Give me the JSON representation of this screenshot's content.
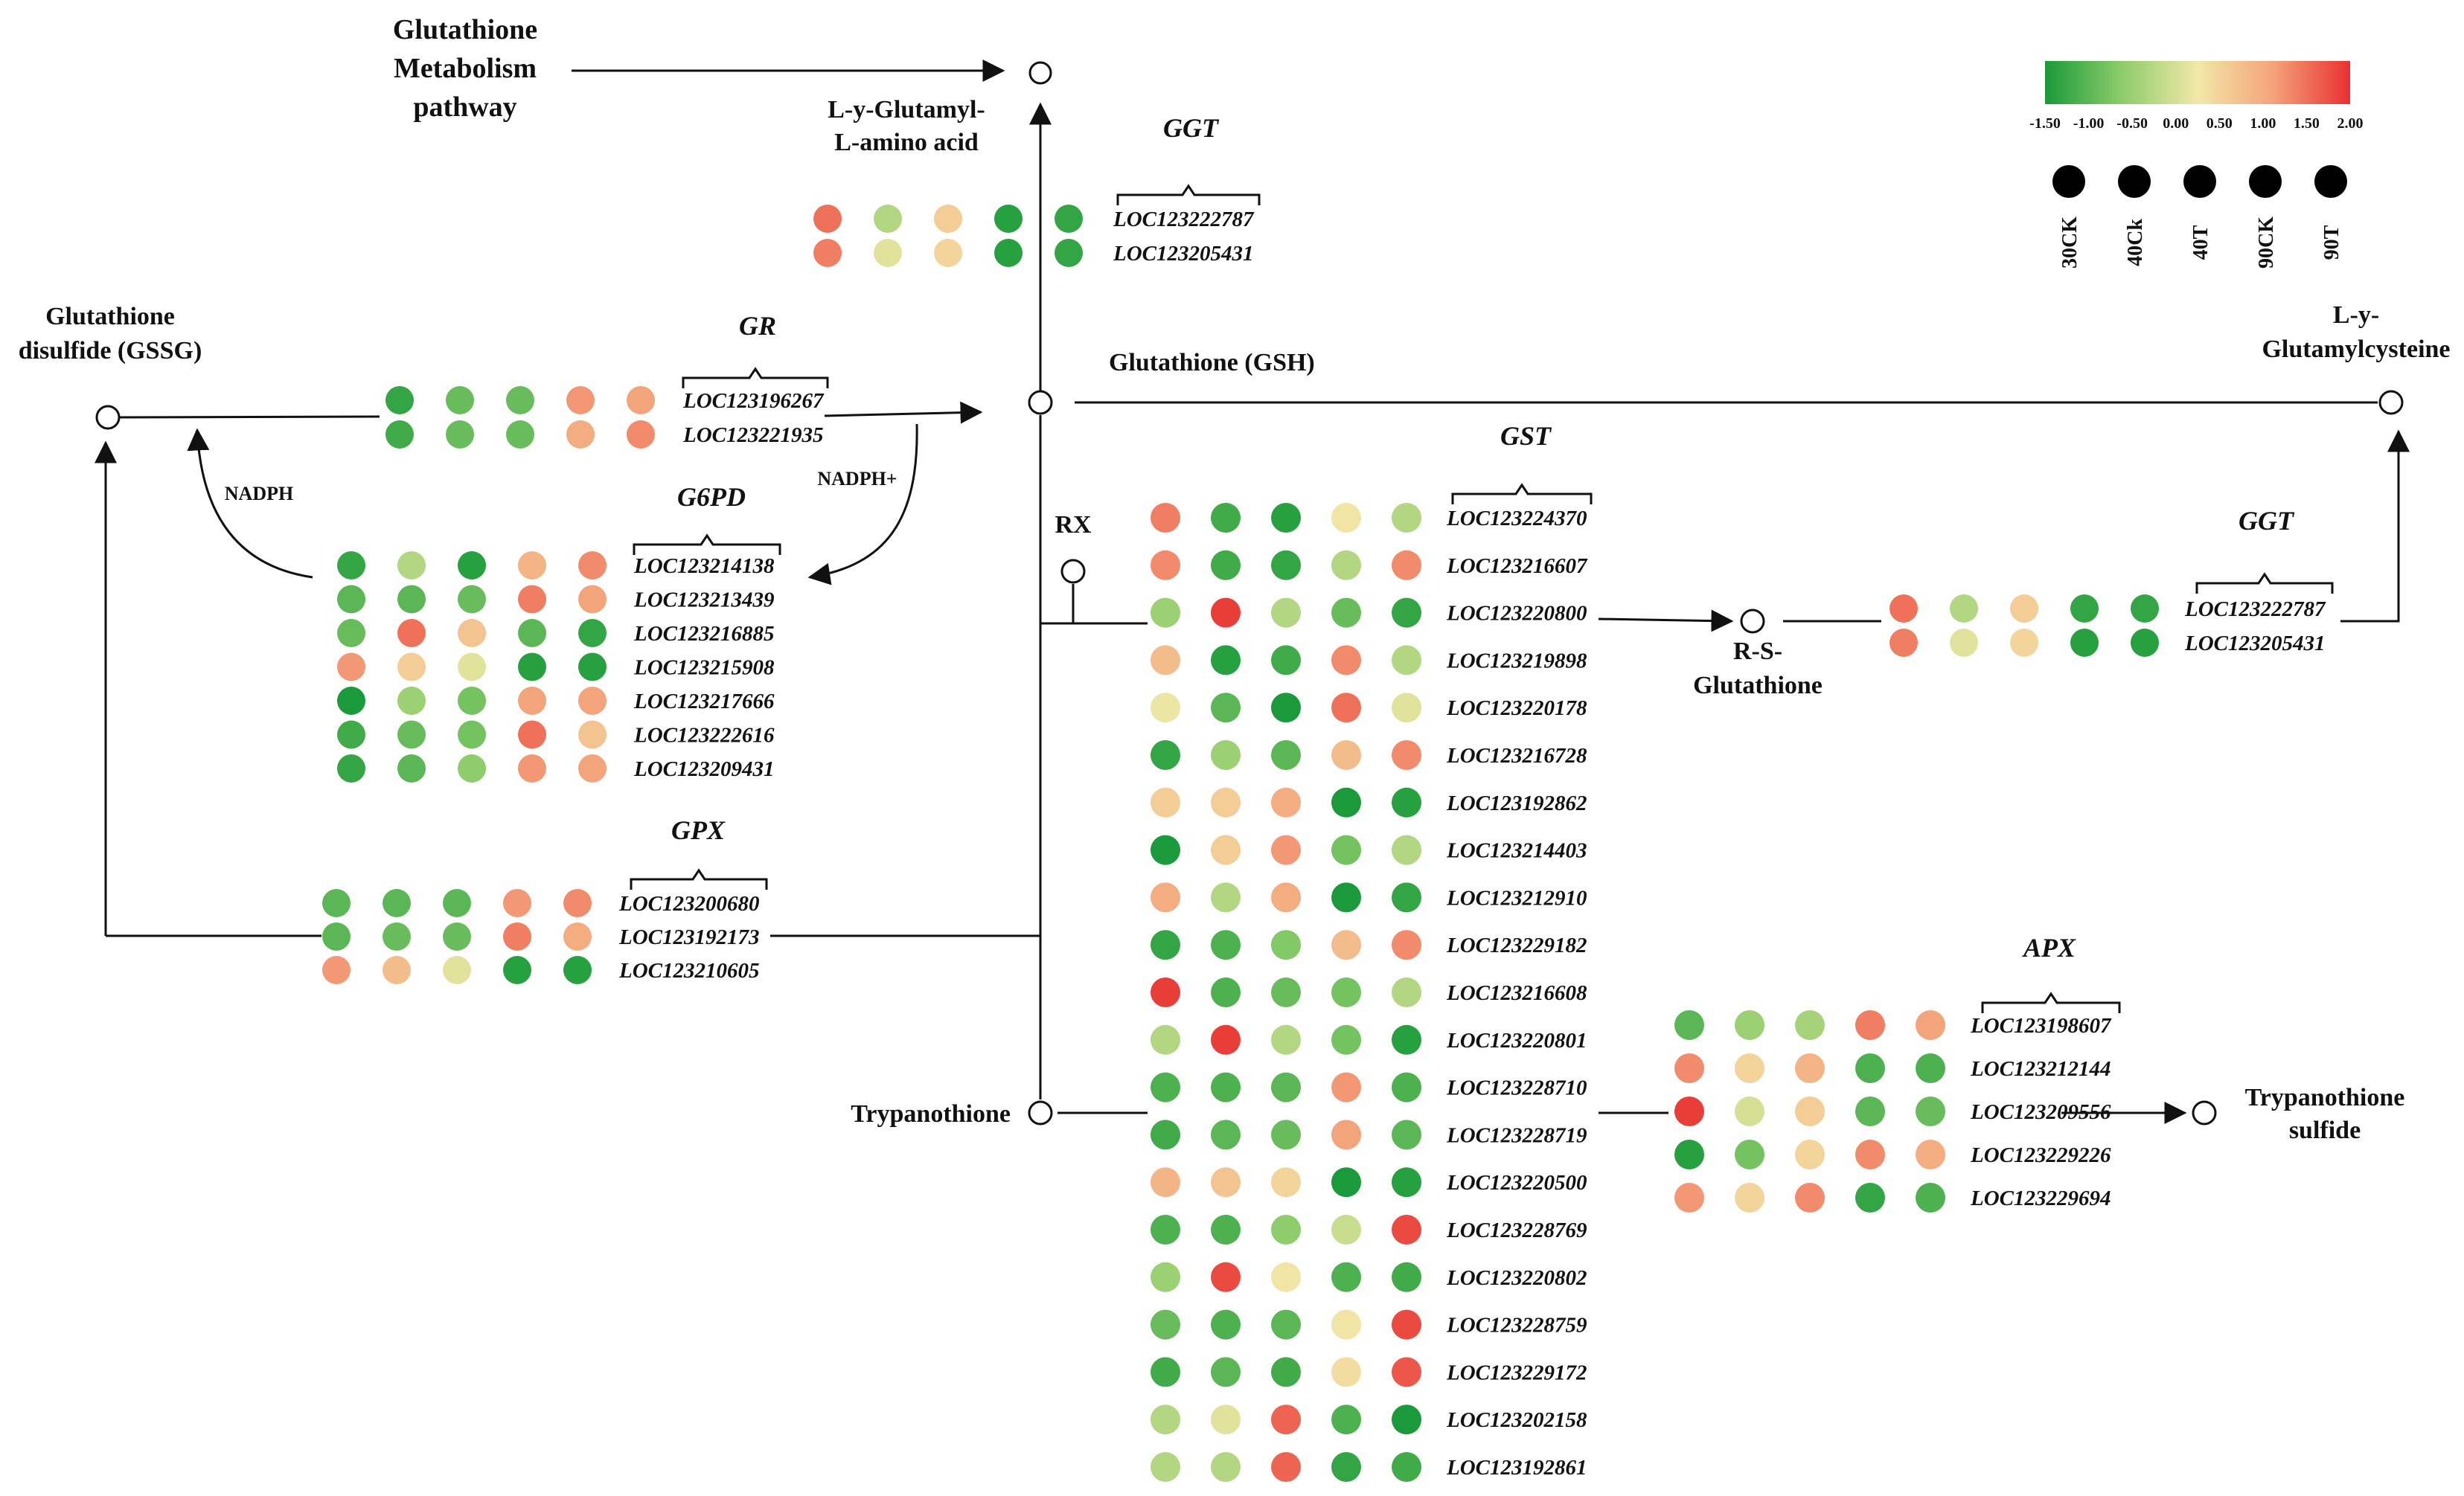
{
  "labels": {
    "pathway": [
      "Glutathione",
      "Metabolism",
      "pathway"
    ],
    "glutamyl_amino": [
      "L-y-Glutamyl-",
      "L-amino acid"
    ],
    "gssg": [
      "Glutathione",
      "disulfide (GSSG)"
    ],
    "gsh": "Glutathione (GSH)",
    "glutamylcysteine": [
      "L-y-",
      "Glutamylcysteine"
    ],
    "nadph": "NADPH",
    "nadph_plus": "NADPH+",
    "rx": "RX",
    "rs_glutathione": [
      "R-S-",
      "Glutathione"
    ],
    "trypanothione": "Trypanothione",
    "trypanothione_sulfide": [
      "Trypanothione",
      "sulfide"
    ]
  },
  "legend": {
    "colors": [
      "#1a9a3a",
      "#8ccc6a",
      "#f2e8a8",
      "#f4a27a",
      "#e83030"
    ],
    "ticks": [
      "-1.50",
      "-1.00",
      "-0.50",
      "0.00",
      "0.50",
      "1.00",
      "1.50",
      "2.00"
    ],
    "samples": [
      "30CK",
      "40Ck",
      "40T",
      "90CK",
      "90T"
    ],
    "range": [
      -1.5,
      2.0
    ]
  },
  "groups": {
    "ggt_top": {
      "enzyme": "GGT",
      "genes": [
        {
          "id": "LOC123222787",
          "values": [
            1.5,
            -0.3,
            0.6,
            -1.4,
            -1.3
          ]
        },
        {
          "id": "LOC123205431",
          "values": [
            1.4,
            0.1,
            0.5,
            -1.4,
            -1.3
          ]
        }
      ]
    },
    "gr": {
      "enzyme": "GR",
      "genes": [
        {
          "id": "LOC123196267",
          "values": [
            -1.3,
            -0.9,
            -0.9,
            1.2,
            1.1
          ]
        },
        {
          "id": "LOC123221935",
          "values": [
            -1.2,
            -0.9,
            -0.9,
            1.0,
            1.3
          ]
        }
      ]
    },
    "g6pd": {
      "enzyme": "G6PD",
      "genes": [
        {
          "id": "LOC123214138",
          "values": [
            -1.3,
            -0.3,
            -1.4,
            0.9,
            1.3
          ]
        },
        {
          "id": "LOC123213439",
          "values": [
            -1.0,
            -1.0,
            -0.9,
            1.4,
            1.1
          ]
        },
        {
          "id": "LOC123216885",
          "values": [
            -0.9,
            1.5,
            0.7,
            -1.0,
            -1.3
          ]
        },
        {
          "id": "LOC123215908",
          "values": [
            1.2,
            0.6,
            0.1,
            -1.4,
            -1.4
          ]
        },
        {
          "id": "LOC123217666",
          "values": [
            -1.5,
            -0.5,
            -0.8,
            1.1,
            1.1
          ]
        },
        {
          "id": "LOC123222616",
          "values": [
            -1.2,
            -0.9,
            -0.8,
            1.5,
            0.7
          ]
        },
        {
          "id": "LOC123209431",
          "values": [
            -1.3,
            -1.0,
            -0.6,
            1.2,
            1.1
          ]
        }
      ]
    },
    "gpx": {
      "enzyme": "GPX",
      "genes": [
        {
          "id": "LOC123200680",
          "values": [
            -1.0,
            -1.0,
            -1.0,
            1.2,
            1.3
          ]
        },
        {
          "id": "LOC123192173",
          "values": [
            -1.0,
            -0.9,
            -0.9,
            1.4,
            1.0
          ]
        },
        {
          "id": "LOC123210605",
          "values": [
            1.2,
            0.8,
            0.1,
            -1.4,
            -1.4
          ]
        }
      ]
    },
    "gst": {
      "enzyme": "GST",
      "genes": [
        {
          "id": "LOC123224370",
          "values": [
            1.4,
            -1.2,
            -1.4,
            0.3,
            -0.3
          ]
        },
        {
          "id": "LOC123216607",
          "values": [
            1.3,
            -1.2,
            -1.3,
            -0.3,
            1.3
          ]
        },
        {
          "id": "LOC123220800",
          "values": [
            -0.5,
            1.9,
            -0.3,
            -0.9,
            -1.3
          ]
        },
        {
          "id": "LOC123219898",
          "values": [
            0.8,
            -1.4,
            -1.2,
            1.3,
            -0.3
          ]
        },
        {
          "id": "LOC123220178",
          "values": [
            0.2,
            -1.0,
            -1.5,
            1.5,
            0.1
          ]
        },
        {
          "id": "LOC123216728",
          "values": [
            -1.3,
            -0.5,
            -1.0,
            0.8,
            1.3
          ]
        },
        {
          "id": "LOC123192862",
          "values": [
            0.6,
            0.6,
            1.0,
            -1.5,
            -1.4
          ]
        },
        {
          "id": "LOC123214403",
          "values": [
            -1.5,
            0.6,
            1.2,
            -0.8,
            -0.3
          ]
        },
        {
          "id": "LOC123212910",
          "values": [
            1.0,
            -0.3,
            1.0,
            -1.5,
            -1.3
          ]
        },
        {
          "id": "LOC123229182",
          "values": [
            -1.3,
            -1.1,
            -0.7,
            0.8,
            1.3
          ]
        },
        {
          "id": "LOC123216608",
          "values": [
            1.9,
            -1.1,
            -0.9,
            -0.8,
            -0.3
          ]
        },
        {
          "id": "LOC123220801",
          "values": [
            -0.3,
            1.9,
            -0.3,
            -0.8,
            -1.4
          ]
        },
        {
          "id": "LOC123228710",
          "values": [
            -1.1,
            -1.1,
            -1.0,
            1.2,
            -1.1
          ]
        },
        {
          "id": "LOC123228719",
          "values": [
            -1.2,
            -1.0,
            -0.9,
            1.1,
            -1.0
          ]
        },
        {
          "id": "LOC123220500",
          "values": [
            0.9,
            0.7,
            0.5,
            -1.5,
            -1.4
          ]
        },
        {
          "id": "LOC123228769",
          "values": [
            -1.1,
            -1.1,
            -0.6,
            -0.1,
            1.8
          ]
        },
        {
          "id": "LOC123220802",
          "values": [
            -0.5,
            1.8,
            0.3,
            -1.1,
            -1.2
          ]
        },
        {
          "id": "LOC123228759",
          "values": [
            -0.9,
            -1.1,
            -1.0,
            0.3,
            1.8
          ]
        },
        {
          "id": "LOC123229172",
          "values": [
            -1.2,
            -1.0,
            -1.2,
            0.4,
            1.7
          ]
        },
        {
          "id": "LOC123202158",
          "values": [
            -0.3,
            0.1,
            1.6,
            -1.1,
            -1.5
          ]
        },
        {
          "id": "LOC123192861",
          "values": [
            -0.3,
            -0.3,
            1.6,
            -1.3,
            -1.2
          ]
        }
      ]
    },
    "ggt_right": {
      "enzyme": "GGT",
      "genes": [
        {
          "id": "LOC123222787",
          "values": [
            1.5,
            -0.3,
            0.6,
            -1.3,
            -1.3
          ]
        },
        {
          "id": "LOC123205431",
          "values": [
            1.4,
            0.1,
            0.5,
            -1.4,
            -1.4
          ]
        }
      ]
    },
    "apx": {
      "enzyme": "APX",
      "genes": [
        {
          "id": "LOC123198607",
          "values": [
            -1.0,
            -0.5,
            -0.4,
            1.4,
            1.1
          ]
        },
        {
          "id": "LOC123212144",
          "values": [
            1.3,
            0.5,
            0.9,
            -1.1,
            -1.1
          ]
        },
        {
          "id": "LOC123209556",
          "values": [
            1.9,
            0.0,
            0.6,
            -1.0,
            -0.9
          ]
        },
        {
          "id": "LOC123229226",
          "values": [
            -1.4,
            -0.8,
            0.5,
            1.3,
            1.0
          ]
        },
        {
          "id": "LOC123229694",
          "values": [
            1.2,
            0.5,
            1.3,
            -1.3,
            -1.1
          ]
        }
      ]
    }
  }
}
